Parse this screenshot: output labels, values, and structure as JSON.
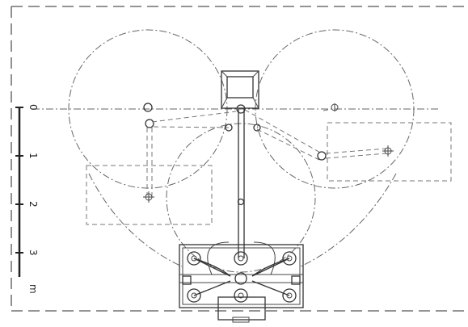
{
  "scale": {
    "ticks": [
      "0",
      "1",
      "2",
      "3"
    ],
    "unit": "m"
  },
  "colors": {
    "line": "#333333",
    "background": "#ffffff"
  }
}
